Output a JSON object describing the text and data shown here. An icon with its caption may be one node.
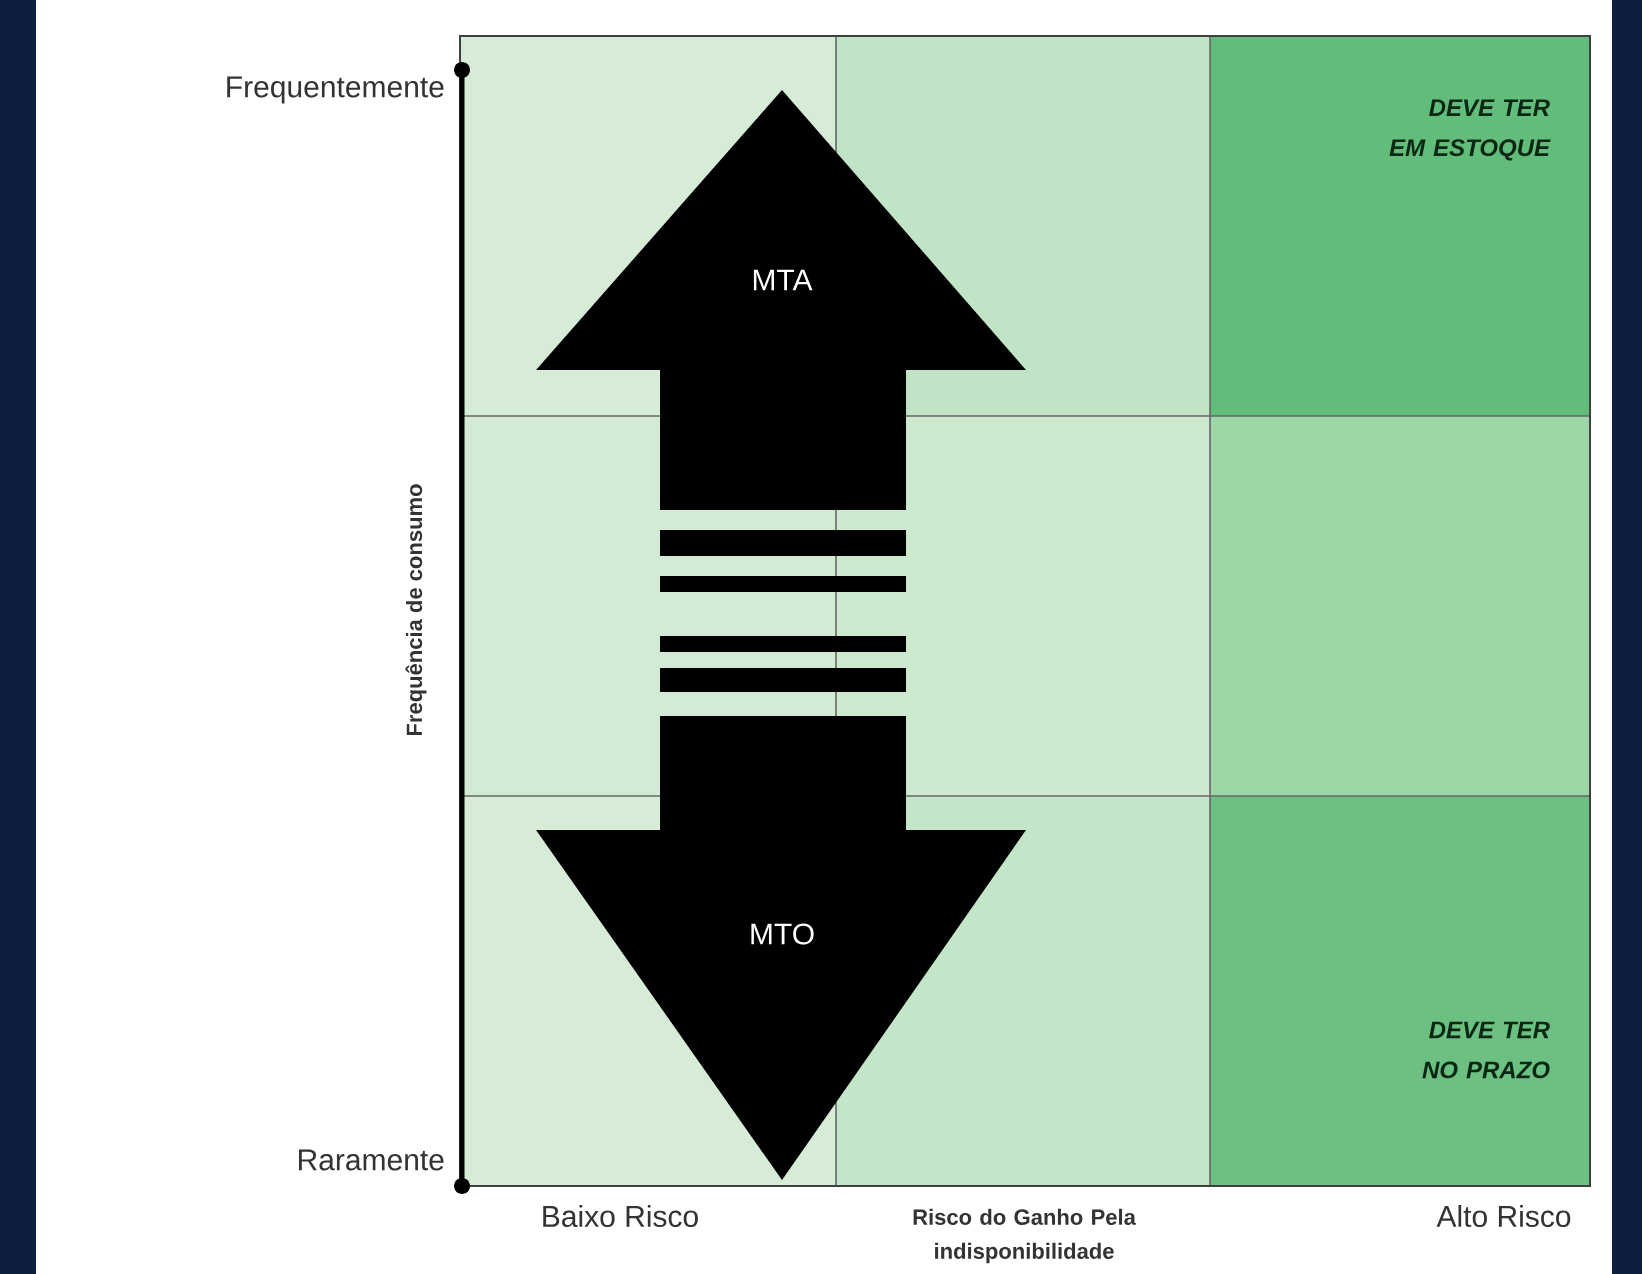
{
  "diagram": {
    "nodes": [
      {
        "text": [
          "MTA"
        ]
      },
      {
        "text": [
          "MTO"
        ]
      },
      {
        "text": [
          "DEVE TER EM ESTOQUE"
        ]
      },
      {
        "text": [
          "DEVE TER NO PRAZO"
        ]
      }
    ],
    "labels": [
      "Frequentemente",
      "Frequência de consumo",
      "Raramente",
      "Baixo Risco",
      "Risco do Ganho Pela indisponibilidade",
      "Alto Risco"
    ]
  }
}
